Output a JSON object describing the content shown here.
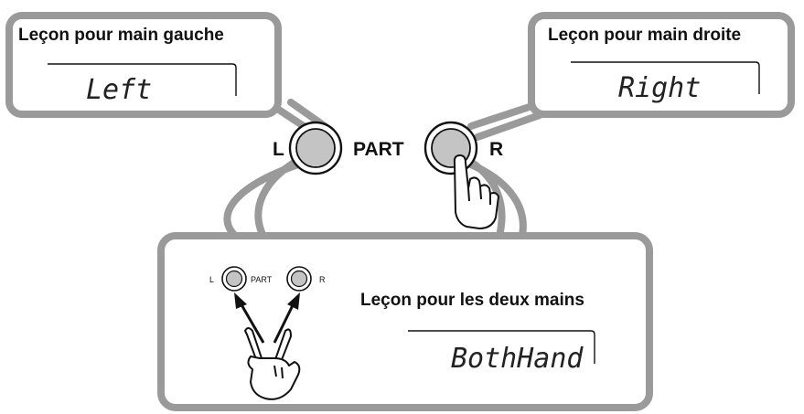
{
  "left_bubble": {
    "title": "Leçon pour main gauche",
    "display": "Left"
  },
  "right_bubble": {
    "title": "Leçon pour main droite",
    "display": "Right"
  },
  "both_bubble": {
    "title": "Leçon pour les deux mains",
    "display": "BothHand"
  },
  "buttons": {
    "left_label": "L",
    "part_label": "PART",
    "right_label": "R"
  },
  "mini_buttons": {
    "left_label": "L",
    "part_label": "PART",
    "right_label": "R"
  },
  "colors": {
    "bubble_fill": "#ffffff",
    "bubble_stroke": "#9a9a9a",
    "button_fill": "#c4c4c4",
    "outline": "#111111"
  },
  "icons": {
    "pointing_hand": "pointing-hand-icon",
    "v_hand": "v-sign-hand-icon"
  }
}
